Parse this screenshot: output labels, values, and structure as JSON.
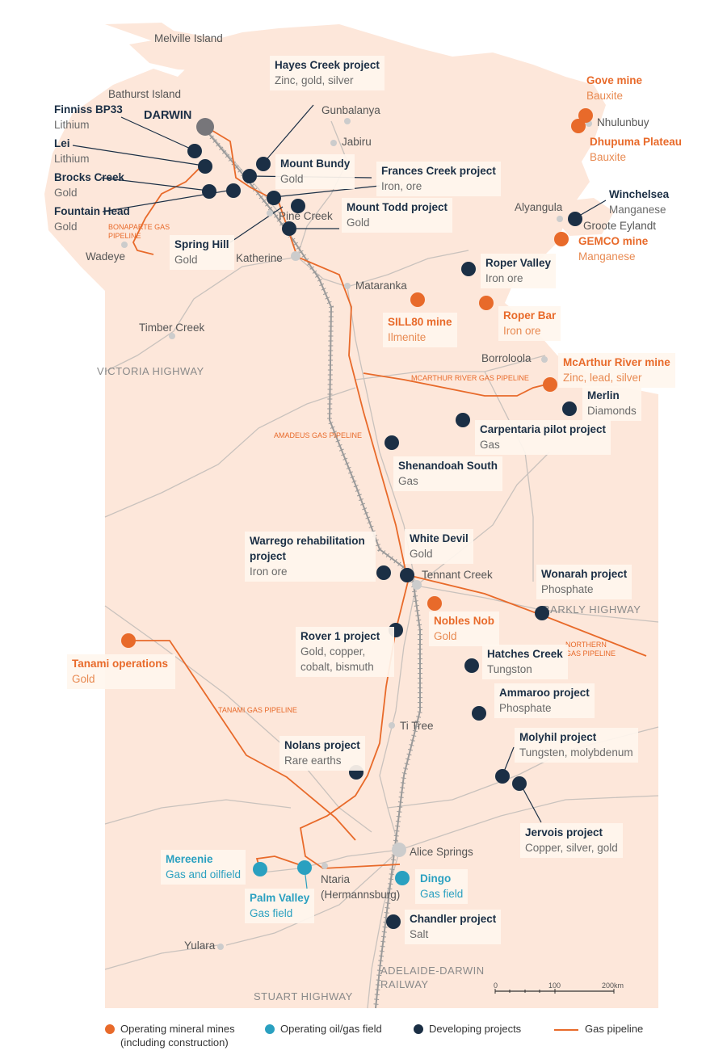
{
  "colors": {
    "land": "#fde7da",
    "operating_mine": "#e86a2a",
    "oil_gas": "#2aa0c0",
    "developing": "#1b2f45",
    "pipeline": "#e86a2a",
    "town_dot": "#cccccc"
  },
  "towns": [
    "Melville Island",
    "Bathurst Island",
    "DARWIN",
    "Gunbalanya",
    "Jabiru",
    "Pine Creek",
    "Katherine",
    "Wadeye",
    "Mataranka",
    "Timber Creek",
    "Alyangula",
    "Groote Eylandt",
    "Nhulunbuy",
    "Borroloola",
    "Tennant Creek",
    "Ti Tree",
    "Alice Springs",
    "Ntaria",
    "(Hermannsburg)",
    "Yulara"
  ],
  "roads": [
    "VICTORIA HIGHWAY",
    "BARKLY HIGHWAY",
    "STUART HIGHWAY",
    "ADELAIDE-DARWIN",
    "RAILWAY"
  ],
  "pipelines": [
    "BONAPARTE GAS",
    "PIPELINE",
    "MCARTHUR RIVER GAS PIPELINE",
    "AMADEUS GAS PIPELINE",
    "NORTHERN",
    "GAS PIPELINE",
    "TANAMI GAS PIPELINE"
  ],
  "sites": {
    "finniss": {
      "name": "Finniss BP33",
      "sub": "Lithium"
    },
    "lei": {
      "name": "Lei",
      "sub": "Lithium"
    },
    "brocks": {
      "name": "Brocks Creek",
      "sub": "Gold"
    },
    "fountain": {
      "name": "Fountain Head",
      "sub": "Gold"
    },
    "hayes": {
      "name": "Hayes Creek project",
      "sub": "Zinc, gold, silver"
    },
    "bundy": {
      "name": "Mount Bundy",
      "sub": "Gold"
    },
    "frances": {
      "name": "Frances Creek project",
      "sub": "Iron, ore"
    },
    "todd": {
      "name": "Mount Todd project",
      "sub": "Gold"
    },
    "spring": {
      "name": "Spring Hill",
      "sub": "Gold"
    },
    "gove": {
      "name": "Gove mine",
      "sub": "Bauxite"
    },
    "dhupuma": {
      "name": "Dhupuma Plateau",
      "sub": "Bauxite"
    },
    "winchelsea": {
      "name": "Winchelsea",
      "sub": "Manganese"
    },
    "gemco": {
      "name": "GEMCO mine",
      "sub": "Manganese"
    },
    "roper_valley": {
      "name": "Roper Valley",
      "sub": "Iron ore"
    },
    "sill80": {
      "name": "SILL80 mine",
      "sub": "Ilmenite"
    },
    "roper_bar": {
      "name": "Roper Bar",
      "sub": "Iron ore"
    },
    "mcarthur": {
      "name": "McArthur River mine",
      "sub": "Zinc, lead, silver"
    },
    "merlin": {
      "name": "Merlin",
      "sub": "Diamonds"
    },
    "carpentaria": {
      "name": "Carpentaria pilot project",
      "sub": "Gas"
    },
    "shenandoah": {
      "name": "Shenandoah South",
      "sub": "Gas"
    },
    "white_devil": {
      "name": "White Devil",
      "sub": "Gold"
    },
    "warrego": {
      "name": "Warrego rehabilitation project",
      "sub": "Iron ore"
    },
    "wonarah": {
      "name": "Wonarah project",
      "sub": "Phosphate"
    },
    "nobles": {
      "name": "Nobles Nob",
      "sub": "Gold"
    },
    "rover": {
      "name": "Rover 1 project",
      "sub": "Gold, copper, cobalt, bismuth"
    },
    "hatches": {
      "name": "Hatches Creek",
      "sub": "Tungston"
    },
    "ammaroo": {
      "name": "Ammaroo project",
      "sub": "Phosphate"
    },
    "tanami": {
      "name": "Tanami operations",
      "sub": "Gold"
    },
    "molyhil": {
      "name": "Molyhil project",
      "sub": "Tungsten, molybdenum"
    },
    "nolans": {
      "name": "Nolans project",
      "sub": "Rare earths"
    },
    "jervois": {
      "name": "Jervois project",
      "sub": "Copper, silver, gold"
    },
    "mereenie": {
      "name": "Mereenie",
      "sub": "Gas and oilfield"
    },
    "palm": {
      "name": "Palm Valley",
      "sub": "Gas field"
    },
    "dingo": {
      "name": "Dingo",
      "sub": "Gas field"
    },
    "chandler": {
      "name": "Chandler project",
      "sub": "Salt"
    }
  },
  "scale": {
    "t0": "0",
    "t1": "100",
    "t2": "200km"
  },
  "legend": {
    "operating": "Operating mineral mines (including construction)",
    "oilgas": "Operating oil/gas field",
    "developing": "Developing projects",
    "pipeline": "Gas pipeline"
  }
}
